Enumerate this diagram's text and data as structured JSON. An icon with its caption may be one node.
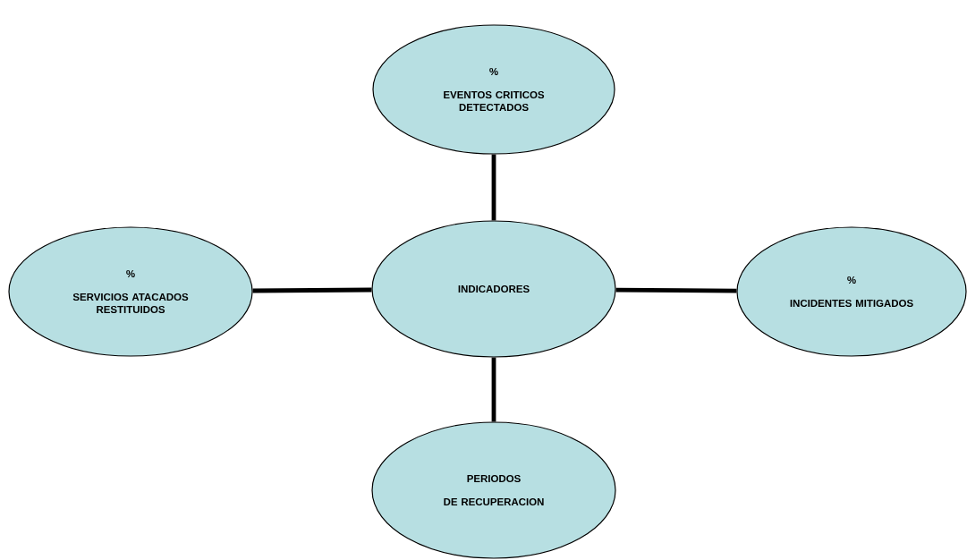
{
  "diagram": {
    "nodes": [
      {
        "text": [
          "%",
          "EVENTOS CRITICOS DETECTADOS"
        ]
      },
      {
        "text": [
          "%",
          "SERVICIOS ATACADOS RESTITUIDOS"
        ]
      },
      {
        "text": [
          "INDICADORES"
        ]
      },
      {
        "text": [
          "%",
          "INCIDENTES MITIGADOS"
        ]
      },
      {
        "text": [
          "PERIODOS",
          "DE RECUPERACION"
        ]
      }
    ],
    "edges": [
      {
        "from": 2,
        "to": 0,
        "arrow": "none"
      },
      {
        "from": 2,
        "to": 1,
        "arrow": "none"
      },
      {
        "from": 2,
        "to": 3,
        "arrow": "none"
      },
      {
        "from": 2,
        "to": 4,
        "arrow": "none"
      }
    ]
  }
}
